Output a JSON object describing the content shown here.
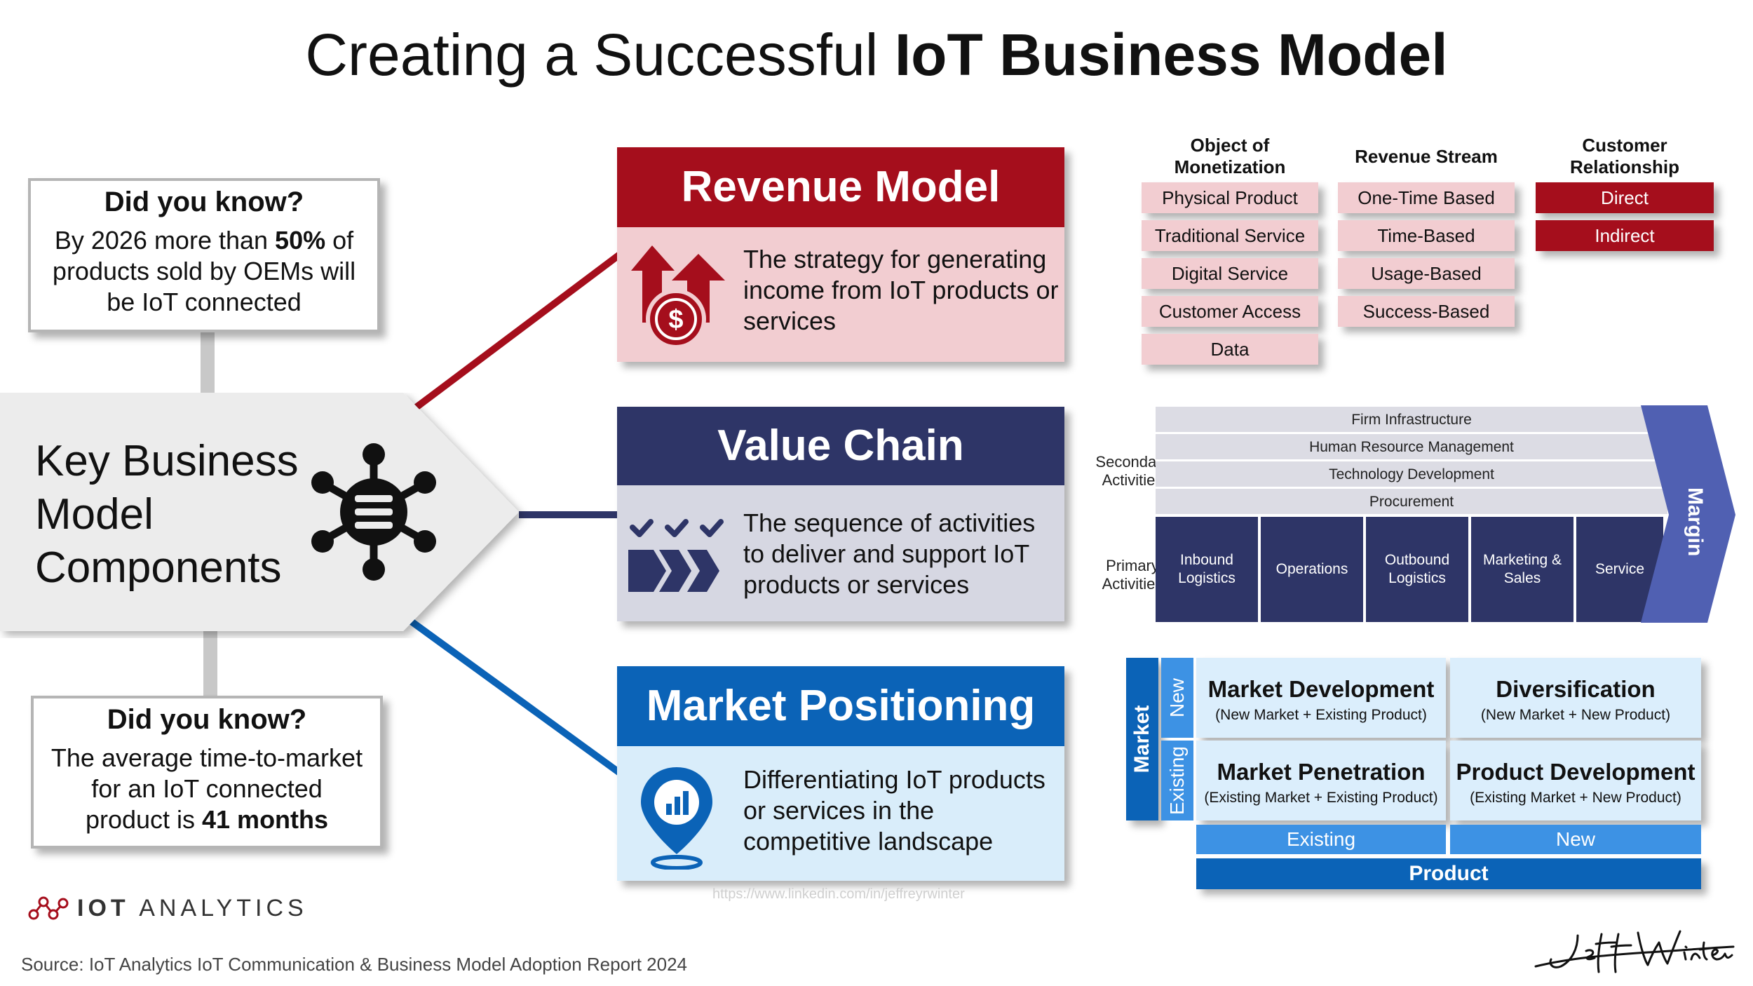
{
  "title": {
    "regular": "Creating a Successful ",
    "bold": "IoT Business Model"
  },
  "did_you_know_1": {
    "heading": "Did you know?",
    "pre": "By 2026 more than ",
    "bold": "50%",
    "post": " of products sold by OEMs will be IoT connected"
  },
  "did_you_know_2": {
    "heading": "Did you know?",
    "pre": "The average time-to-market for an IoT connected product is ",
    "bold": "41 months"
  },
  "center": {
    "label": "Key Business Model Components",
    "icon": "hub-network-icon"
  },
  "revenue_model": {
    "title": "Revenue Model",
    "desc": "The strategy for generating income from IoT products or services",
    "icon": "revenue-arrows-dollar-icon",
    "color": "#a50e1c",
    "bg": "#f2cdd1"
  },
  "value_chain": {
    "title": "Value Chain",
    "desc": "The sequence of activities to deliver and support IoT products or services",
    "icon": "checks-chevrons-icon",
    "color": "#2e3567",
    "bg": "#d6d7e2"
  },
  "market_positioning": {
    "title": "Market Positioning",
    "desc": "Differentiating IoT products or services in the competitive landscape",
    "icon": "location-chart-icon",
    "color": "#0b63b7",
    "bg": "#d9edfa"
  },
  "revenue_table": {
    "col1": {
      "header": "Object of Monetization",
      "items": [
        "Physical Product",
        "Traditional Service",
        "Digital Service",
        "Customer Access",
        "Data"
      ]
    },
    "col2": {
      "header": "Revenue Stream",
      "items": [
        "One-Time Based",
        "Time-Based",
        "Usage-Based",
        "Success-Based"
      ]
    },
    "col3": {
      "header": "Customer Relationship",
      "items": [
        "Direct",
        "Indirect"
      ]
    }
  },
  "value_chain_diagram": {
    "secondary_label": "Secondary Activities",
    "primary_label": "Primary Activities",
    "secondary": [
      "Firm Infrastructure",
      "Human Resource Management",
      "Technology Development",
      "Procurement"
    ],
    "primary": [
      "Inbound Logistics",
      "Operations",
      "Outbound Logistics",
      "Marketing & Sales",
      "Service"
    ],
    "margin": "Margin"
  },
  "ansoff": {
    "market_label": "Market",
    "new_label": "New",
    "existing_label": "Existing",
    "cells": [
      {
        "title": "Market Development",
        "sub": "(New Market + Existing Product)"
      },
      {
        "title": "Diversification",
        "sub": "(New Market + New Product)"
      },
      {
        "title": "Market Penetration",
        "sub": "(Existing Market + Existing Product)"
      },
      {
        "title": "Product Development",
        "sub": "(Existing Market + New Product)"
      }
    ],
    "product_existing": "Existing",
    "product_new": "New",
    "product_label": "Product"
  },
  "logo": {
    "text": "IOT ANALYTICS",
    "bold": "IOT",
    "rest": "ANALYTICS"
  },
  "watermark": "https://www.linkedin.com/in/jeffreyrwinter",
  "source": "Source: IoT Analytics IoT Communication & Business Model Adoption Report 2024",
  "signature": "Jeff Winter"
}
